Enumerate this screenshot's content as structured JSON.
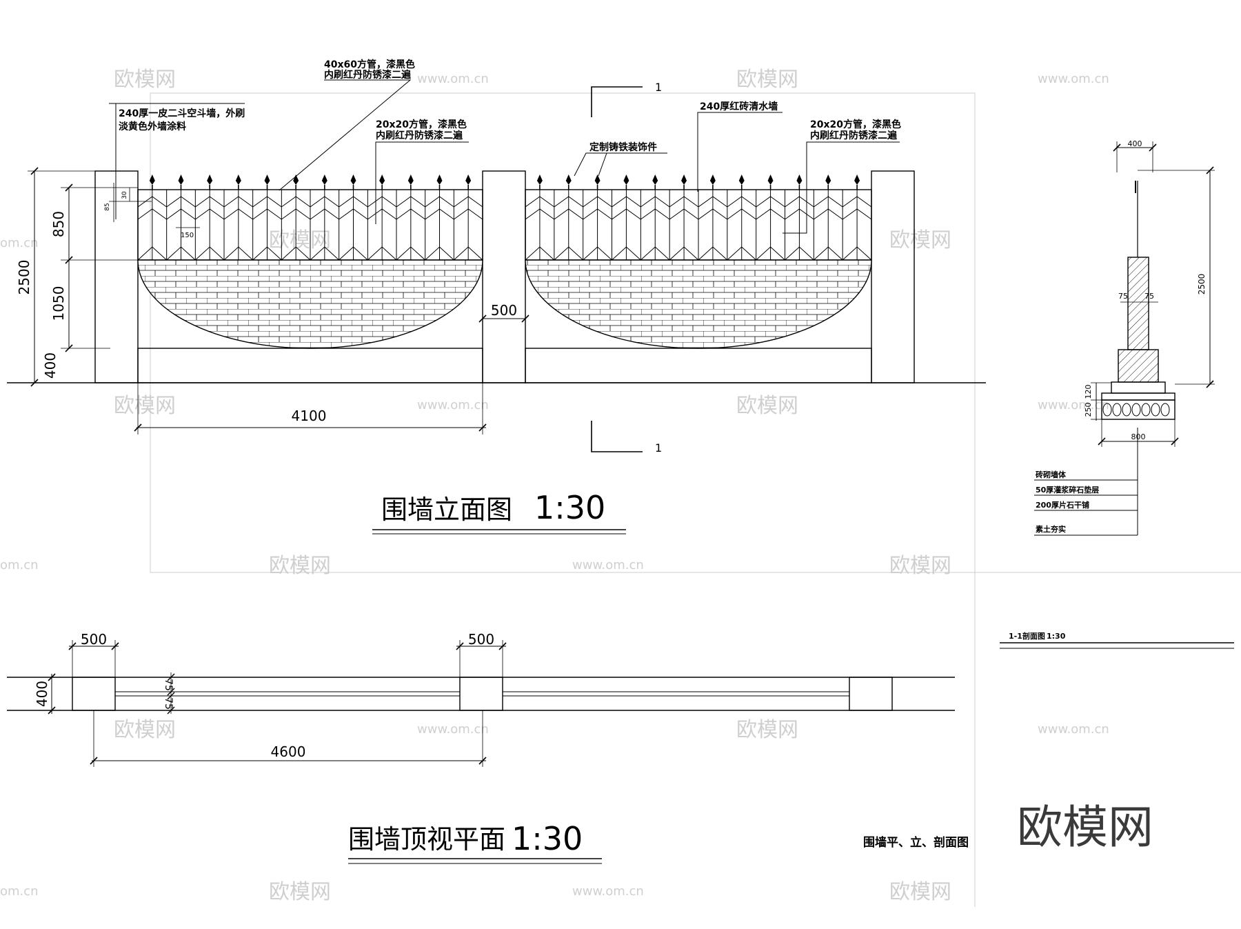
{
  "elevation": {
    "title": "围墙立面图",
    "scale": "1:30",
    "dims": {
      "total_h": "2500",
      "top": "850",
      "mid": "1050",
      "base": "400",
      "pier_gap": "500",
      "bay": "4100",
      "d30": "30",
      "d85": "85",
      "d150": "150"
    },
    "notes": {
      "n1_line1": "40x60方管，漆黑色",
      "n1_line2": "内刷红丹防锈漆二遍",
      "n2_line1": "240厚一皮二斗空斗墙，外刷",
      "n2_line2": "淡黄色外墙涂料",
      "n3_line1": "20x20方管，漆黑色",
      "n3_line2": "内刷红丹防锈漆二遍",
      "n4": "定制铸铁装饰件",
      "n5": "240厚红砖清水墙",
      "n6_line1": "20x20方管，漆黑色",
      "n6_line2": "内刷红丹防锈漆二遍"
    },
    "cut_label": "1"
  },
  "plan": {
    "title": "围墙顶视平面",
    "scale": "1:30",
    "dims": {
      "pier1": "500",
      "pier2": "500",
      "depth": "400",
      "d75a": "75",
      "d75b": "75",
      "span": "4600"
    }
  },
  "section": {
    "title": "1-1剖面图",
    "scale": "1:30",
    "dims": {
      "top": "400",
      "height": "2500",
      "d75l": "75",
      "d75r": "75",
      "d120": "120",
      "d250": "250",
      "width": "800"
    },
    "layers": [
      "砖砌墙体",
      "50厚灌浆碎石垫层",
      "200厚片石干铺",
      "素土夯实"
    ]
  },
  "sheet_title": "围墙平、立、剖面图",
  "watermark": {
    "cn": "欧模网",
    "url": "www.om.cn",
    "om": "om.cn",
    "big": "欧模网"
  }
}
